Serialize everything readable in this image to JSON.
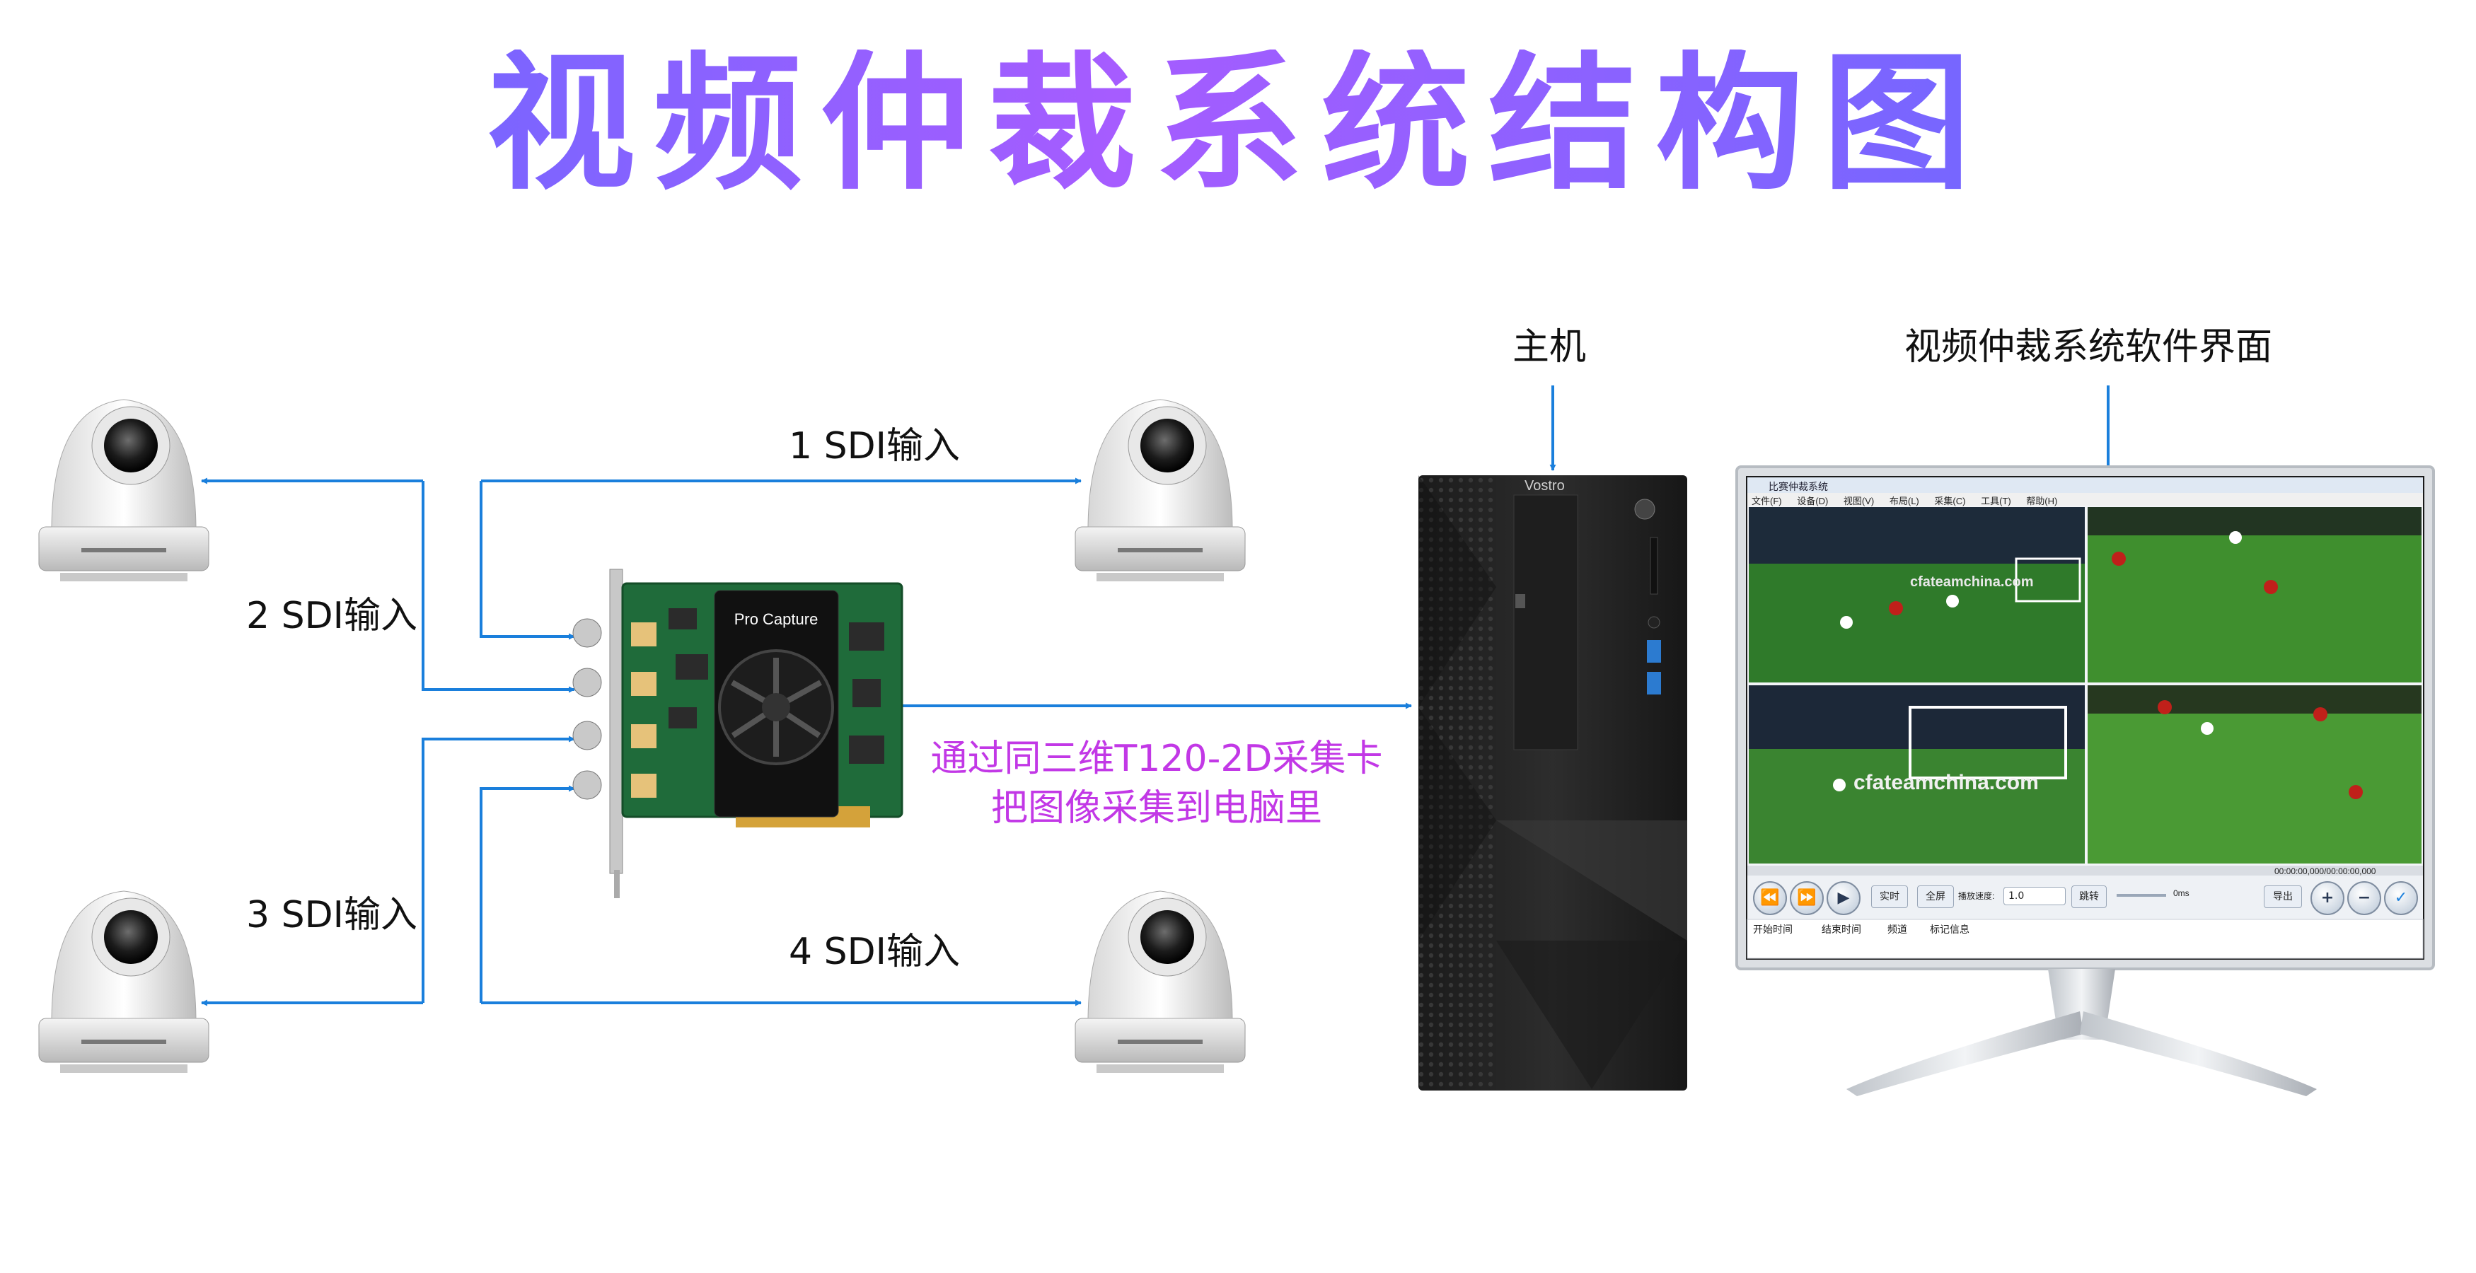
{
  "title": "视频仲裁系统结构图",
  "labels": {
    "input1": "1 SDI输入",
    "input2": "2 SDI输入",
    "input3": "3 SDI输入",
    "input4": "4 SDI输入",
    "host": "主机",
    "software": "视频仲裁系统软件界面",
    "caption_line1": "通过同三维T120-2D采集卡",
    "caption_line2": "把图像采集到电脑里"
  },
  "capture_card": {
    "brand": "Pro Capture"
  },
  "tower": {
    "brand": "Vostro"
  },
  "software_ui": {
    "window_title": "比赛仲裁系统",
    "menu": [
      "文件(F)",
      "设备(D)",
      "视图(V)",
      "布局(L)",
      "采集(C)",
      "工具(T)",
      "帮助(H)"
    ],
    "watermark_top": "cfateamchina.com",
    "watermark_bottom": "cfateamchina.com",
    "time_range": "00:00:00,000/00:00:00,000",
    "controls": {
      "realtime": "实时",
      "fullscreen": "全屏",
      "speed_label": "播放速度:",
      "speed_value": "1.0",
      "jump": "跳转",
      "offset": "0ms",
      "export": "导出"
    },
    "columns": [
      "开始时间",
      "结束时间",
      "频道",
      "标记信息"
    ]
  },
  "colors": {
    "arrow": "#1a7fdc",
    "caption": "#c238e6",
    "pcb": "#1f6b3a"
  }
}
